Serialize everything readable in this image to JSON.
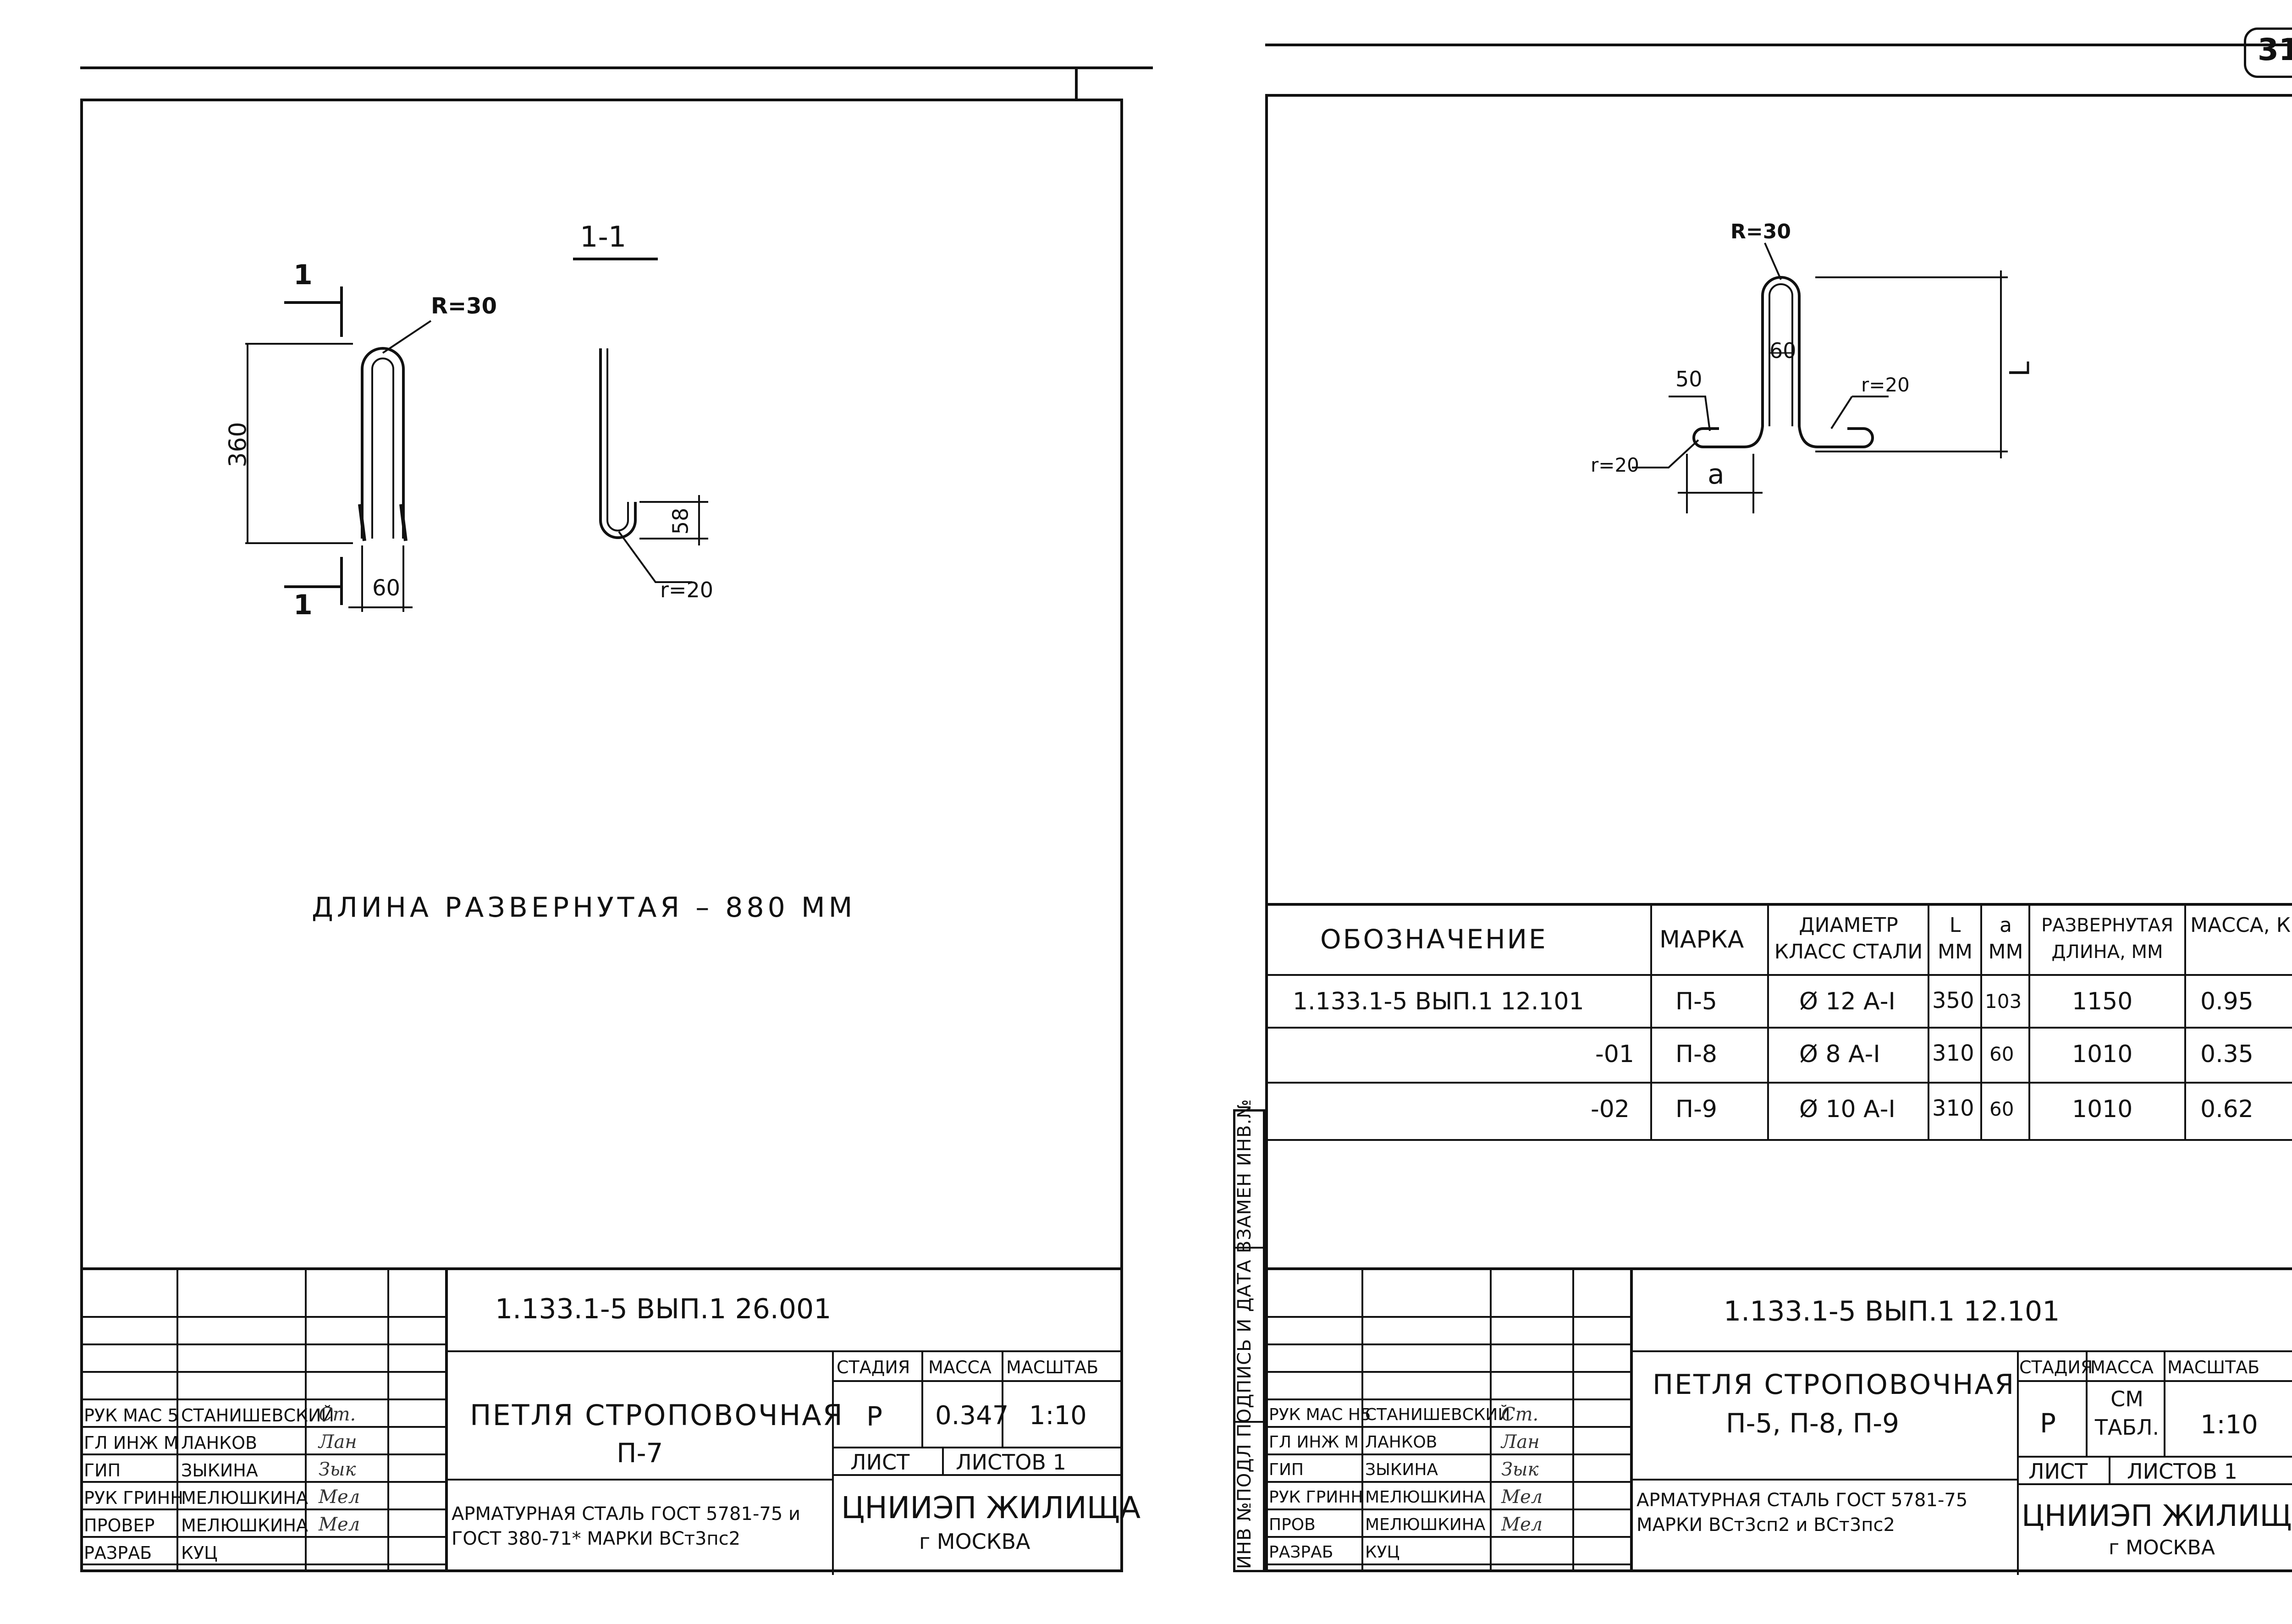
{
  "sheet_number": "31",
  "left_sheet": {
    "section_label": "1-1",
    "cut_marks": [
      "1",
      "1"
    ],
    "dims": {
      "radius": "R=30",
      "height": "360",
      "width": "60",
      "hook": "58",
      "small_radius": "r=20"
    },
    "length_note": "ДЛИНА РАЗВЕРНУТАЯ – 880 ММ",
    "title_block": {
      "code": "1.133.1-5 ВЫП.1   26.001",
      "title_line1": "ПЕТЛЯ СТРОПОВОЧНАЯ",
      "title_line2": "П-7",
      "headers": [
        "СТАДИЯ",
        "МАССА",
        "МАСШТАБ"
      ],
      "values": [
        "Р",
        "0.347",
        "1:10"
      ],
      "sheet_label": "ЛИСТ",
      "sheets_label": "ЛИСТОВ 1",
      "material": "АРМАТУРНАЯ СТАЛЬ ГОСТ 5781-75 и ГОСТ 380-71* МАРКИ ВСт3пс2",
      "org_line1": "ЦНИИЭП ЖИЛИЩА",
      "org_line2": "г МОСКВА",
      "staff": [
        {
          "role": "РУК МАС 5",
          "name": "СТАНИШЕВСКИЙ"
        },
        {
          "role": "ГЛ ИНЖ М",
          "name": "ЛАНКОВ"
        },
        {
          "role": "ГИП",
          "name": "ЗЫКИНА"
        },
        {
          "role": "РУК ГРИНН",
          "name": "МЕЛЮШКИНА"
        },
        {
          "role": "ПРОВЕР",
          "name": "МЕЛЮШКИНА"
        },
        {
          "role": "РАЗРАБ",
          "name": "КУЦ"
        }
      ]
    }
  },
  "right_sheet": {
    "dims": {
      "radius": "R=30",
      "width": "60",
      "offset": "50",
      "r1": "r=20",
      "r2": "r=20",
      "a": "a",
      "L": "L"
    },
    "side_stamp": "ИНВ №ПОДЛ  ПОДПИСЬ И ДАТА  ВЗАМЕН ИНВ.№",
    "table": {
      "headers": [
        "ОБОЗНАЧЕНИЕ",
        "МАРКА",
        "ДИАМЕТР КЛАСС СТАЛИ",
        "L ММ",
        "a ММ",
        "РАЗВЕРНУТАЯ ДЛИНА, ММ",
        "МАССА, КГ"
      ],
      "rows": [
        [
          "1.133.1-5 ВЫП.1  12.101",
          "П-5",
          "Ø 12 А-I",
          "350",
          "103",
          "1150",
          "0.95"
        ],
        [
          "-01",
          "П-8",
          "Ø 8 А-I",
          "310",
          "60",
          "1010",
          "0.35"
        ],
        [
          "-02",
          "П-9",
          "Ø 10 А-I",
          "310",
          "60",
          "1010",
          "0.62"
        ]
      ]
    },
    "title_block": {
      "code": "1.133.1-5 ВЫП.1   12.101",
      "title_line1": "ПЕТЛЯ СТРОПОВОЧНАЯ",
      "title_line2": "П-5, П-8, П-9",
      "headers": [
        "СТАДИЯ",
        "МАССА",
        "МАСШТАБ"
      ],
      "values": [
        "Р",
        "СМ ТАБЛ.",
        "1:10"
      ],
      "sheet_label": "ЛИСТ",
      "sheets_label": "ЛИСТОВ 1",
      "material": "АРМАТУРНАЯ СТАЛЬ ГОСТ 5781-75 МАРКИ ВСт3сп2 и ВСт3пс2",
      "org_line1": "ЦНИИЭП ЖИЛИЩА",
      "org_line2": "г МОСКВА",
      "staff": [
        {
          "role": "РУК МАС Н5",
          "name": "СТАНИШЕВСКИЙ"
        },
        {
          "role": "ГЛ ИНЖ М",
          "name": "ЛАНКОВ"
        },
        {
          "role": "ГИП",
          "name": "ЗЫКИНА"
        },
        {
          "role": "РУК ГРИНН",
          "name": "МЕЛЮШКИНА"
        },
        {
          "role": "ПРОВ",
          "name": "МЕЛЮШКИНА"
        },
        {
          "role": "РАЗРАБ",
          "name": "КУЦ"
        }
      ]
    }
  }
}
